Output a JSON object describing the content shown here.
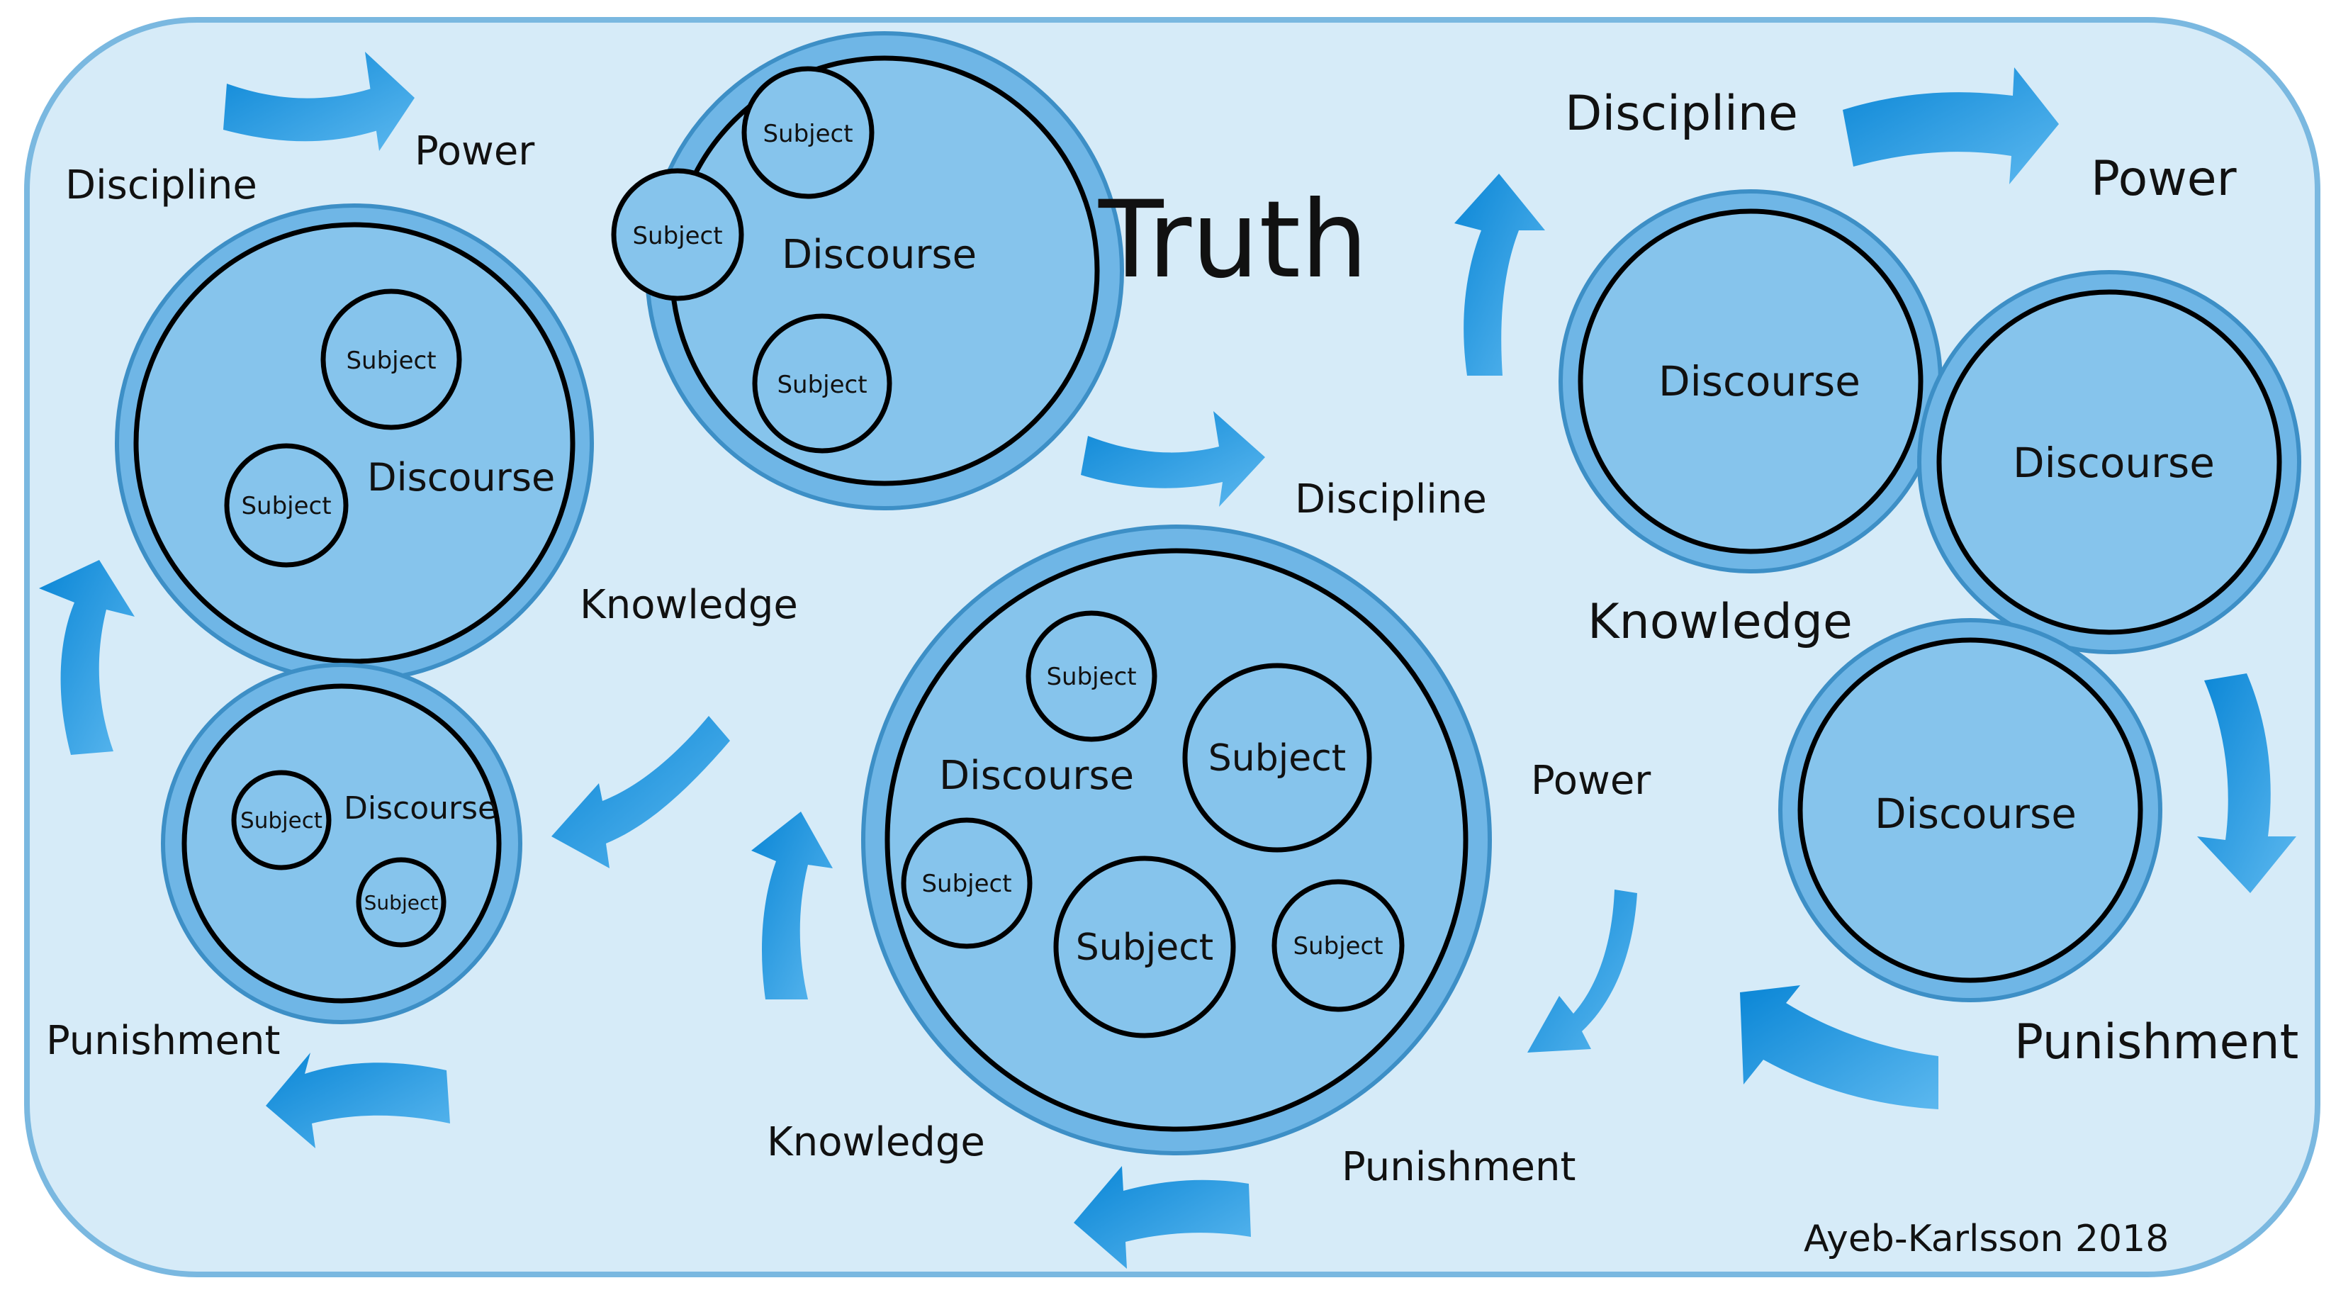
{
  "title": "Truth",
  "credit": "Ayeb-Karlsson 2018",
  "colors": {
    "background": "#d6ebf8",
    "frame_border": "#7ab8e0",
    "ring_outer": "#6fb6e6",
    "disc_fill": "#86c4ec",
    "arrow": "#2a9be2",
    "text": "#111111"
  },
  "labels": {
    "discipline": "Discipline",
    "power": "Power",
    "knowledge": "Knowledge",
    "punishment": "Punishment",
    "discourse": "Discourse",
    "subject": "Subject"
  }
}
